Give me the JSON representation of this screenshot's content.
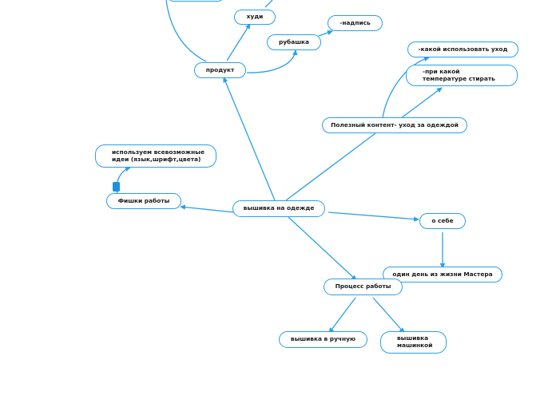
{
  "nodes": {
    "top_cut": "",
    "hudi": "худи",
    "nadpis": "-надпись",
    "rubashka": "рубашка",
    "produkt": "продукт",
    "uhod_kakoi": "-какой использовать уход",
    "uhod_temp": "-при какой температуре стирать",
    "poleznyi": "Полезный контент- уход за одеждой",
    "ispolzuem": "используем всевозможные идеи (язык,шрифт,цвета)",
    "fishki": "Фишки работы",
    "vyshivka": "вышивка на одежде",
    "o_sebe": "о себе",
    "odin_den": "один день из жизни Мастера",
    "process": "Процесс работы",
    "ruchnuyu": "вышивка в ручную",
    "mashinkoi": "вышивка машинкой"
  },
  "colors": {
    "accent": "#2aa0e6",
    "handle": "#1d92dc",
    "text": "#1a1a1a"
  }
}
